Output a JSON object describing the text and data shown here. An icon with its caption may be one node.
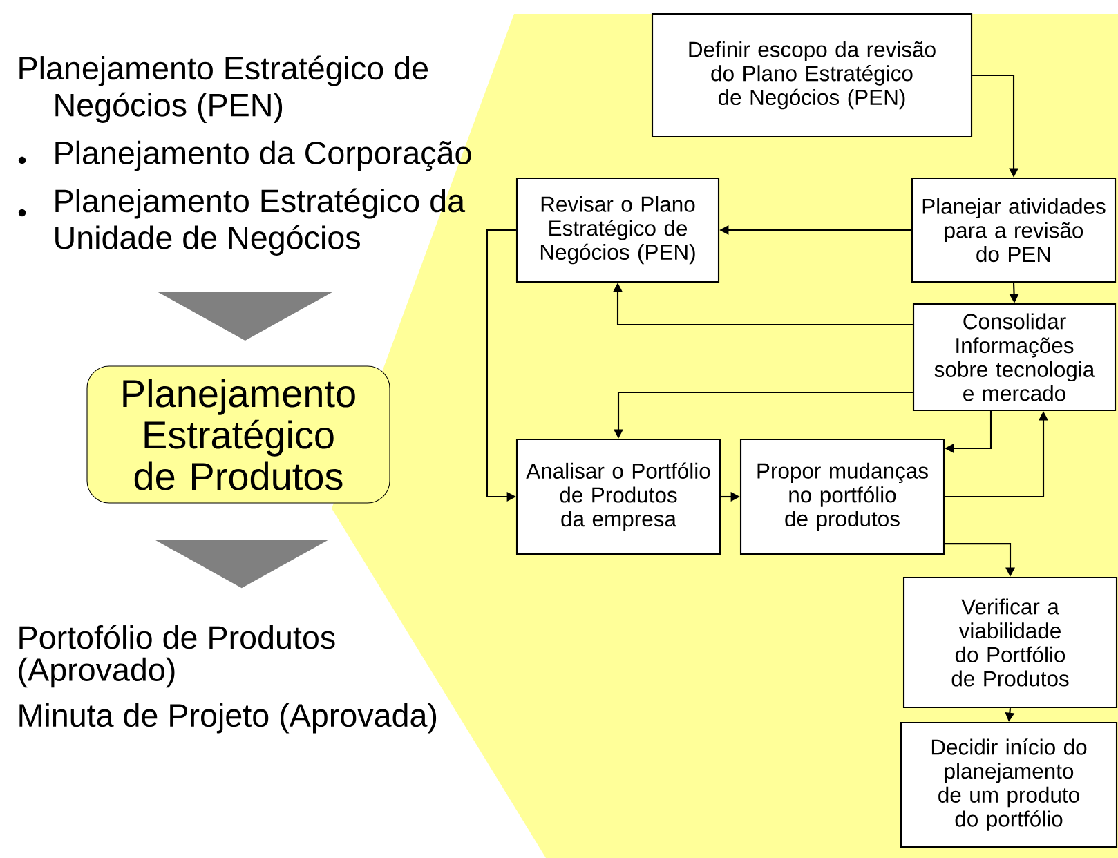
{
  "diagram": {
    "nodes": [
      {
        "text": [
          "Planejamento Estratégico de Negócios (PEN)",
          "Planejamento da Corporação",
          "Planejamento Estratégico da Unidade de Negócios"
        ]
      },
      {
        "text": [
          "Planejamento Estratégico de Produtos"
        ]
      },
      {
        "text": [
          "Portofólio de Produtos (Aprovado)",
          "Minuta de Projeto (Aprovada)"
        ]
      },
      {
        "text": [
          "Definir escopo da revisão do Plano Estratégico de Negócios (PEN)"
        ]
      },
      {
        "text": [
          "Revisar o Plano Estratégico de Negócios (PEN)"
        ]
      },
      {
        "text": [
          "Planejar atividades para a revisão do PEN"
        ]
      },
      {
        "text": [
          "Consolidar Informações sobre tecnologia e mercado"
        ]
      },
      {
        "text": [
          "Analisar o Portfólio de Produtos da empresa"
        ]
      },
      {
        "text": [
          "Propor mudanças no portfólio de produtos"
        ]
      },
      {
        "text": [
          "Verificar a viabilidade do Portfólio de Produtos"
        ]
      },
      {
        "text": [
          "Decidir início do planejamento de um produto do portfólio"
        ]
      }
    ],
    "edges": [
      {
        "from": 0,
        "to": 1,
        "arrow": "to",
        "style": "thick",
        "color": "#808080"
      },
      {
        "from": 1,
        "to": 2,
        "arrow": "to",
        "style": "thick",
        "color": "#808080"
      },
      {
        "from": 3,
        "to": 5,
        "arrow": "to"
      },
      {
        "from": 5,
        "to": 4,
        "arrow": "to"
      },
      {
        "from": 5,
        "to": 6,
        "arrow": "to"
      },
      {
        "from": 6,
        "to": 4,
        "arrow": "to"
      },
      {
        "from": 6,
        "to": 7,
        "arrow": "to"
      },
      {
        "from": 4,
        "to": 7,
        "arrow": "to"
      },
      {
        "from": 7,
        "to": 8,
        "arrow": "to"
      },
      {
        "from": 6,
        "to": 8,
        "arrow": "to"
      },
      {
        "from": 8,
        "to": 6,
        "arrow": "to"
      },
      {
        "from": 8,
        "to": 9,
        "arrow": "to"
      },
      {
        "from": 9,
        "to": 10,
        "arrow": "to"
      }
    ]
  }
}
